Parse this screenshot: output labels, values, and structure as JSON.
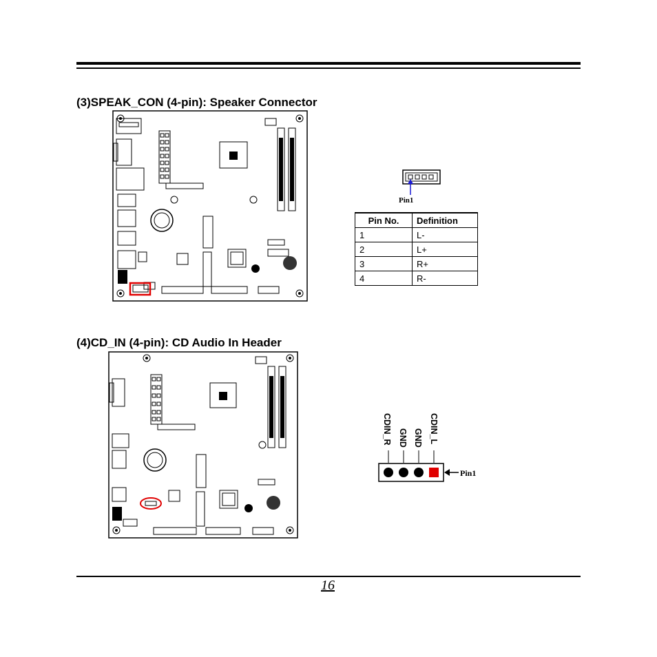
{
  "header": {},
  "section3": {
    "title": "(3)SPEAK_CON (4-pin): Speaker Connector",
    "pin1_label": "Pin1",
    "table": {
      "headers": [
        "Pin No.",
        "Definition"
      ],
      "rows": [
        {
          "pin": "1",
          "def": "L-"
        },
        {
          "pin": "2",
          "def": "L+"
        },
        {
          "pin": "3",
          "def": "R+"
        },
        {
          "pin": "4",
          "def": "R-"
        }
      ]
    }
  },
  "section4": {
    "title": "(4)CD_IN (4-pin): CD Audio In Header",
    "pin_labels": [
      "CDIN_R",
      "GND",
      "GND",
      "CDIN_L"
    ],
    "pin1_label": "Pin1"
  },
  "footer": {
    "page_number": "16"
  },
  "colors": {
    "highlight_red": "#e00000",
    "arrow_blue": "#1a1ad6"
  }
}
